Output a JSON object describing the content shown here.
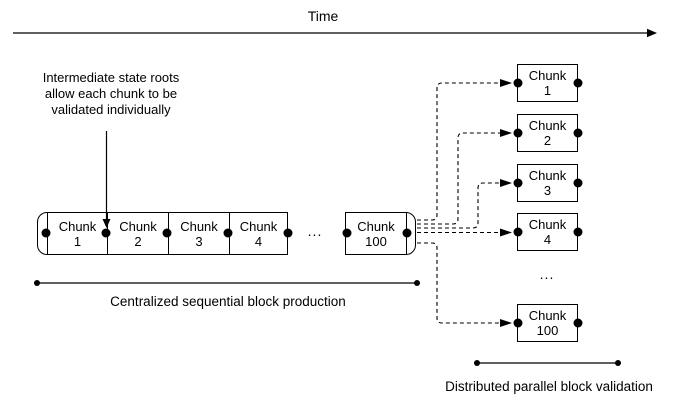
{
  "colors": {
    "background": "#ffffff",
    "ink": "#000000"
  },
  "timeline": {
    "label": "Time"
  },
  "annotation": {
    "line1": "Intermediate state roots",
    "line2": "allow each chunk to be",
    "line3": "validated individually"
  },
  "production": {
    "chunks": [
      {
        "title": "Chunk",
        "number": "1"
      },
      {
        "title": "Chunk",
        "number": "2"
      },
      {
        "title": "Chunk",
        "number": "3"
      },
      {
        "title": "Chunk",
        "number": "4"
      }
    ],
    "ellipsis": "...",
    "final_chunk": {
      "title": "Chunk",
      "number": "100"
    },
    "caption": "Centralized sequential block production"
  },
  "validation": {
    "chunks": [
      {
        "title": "Chunk",
        "number": "1"
      },
      {
        "title": "Chunk",
        "number": "2"
      },
      {
        "title": "Chunk",
        "number": "3"
      },
      {
        "title": "Chunk",
        "number": "4"
      }
    ],
    "ellipsis": "...",
    "final_chunk": {
      "title": "Chunk",
      "number": "100"
    },
    "caption": "Distributed parallel block validation"
  }
}
